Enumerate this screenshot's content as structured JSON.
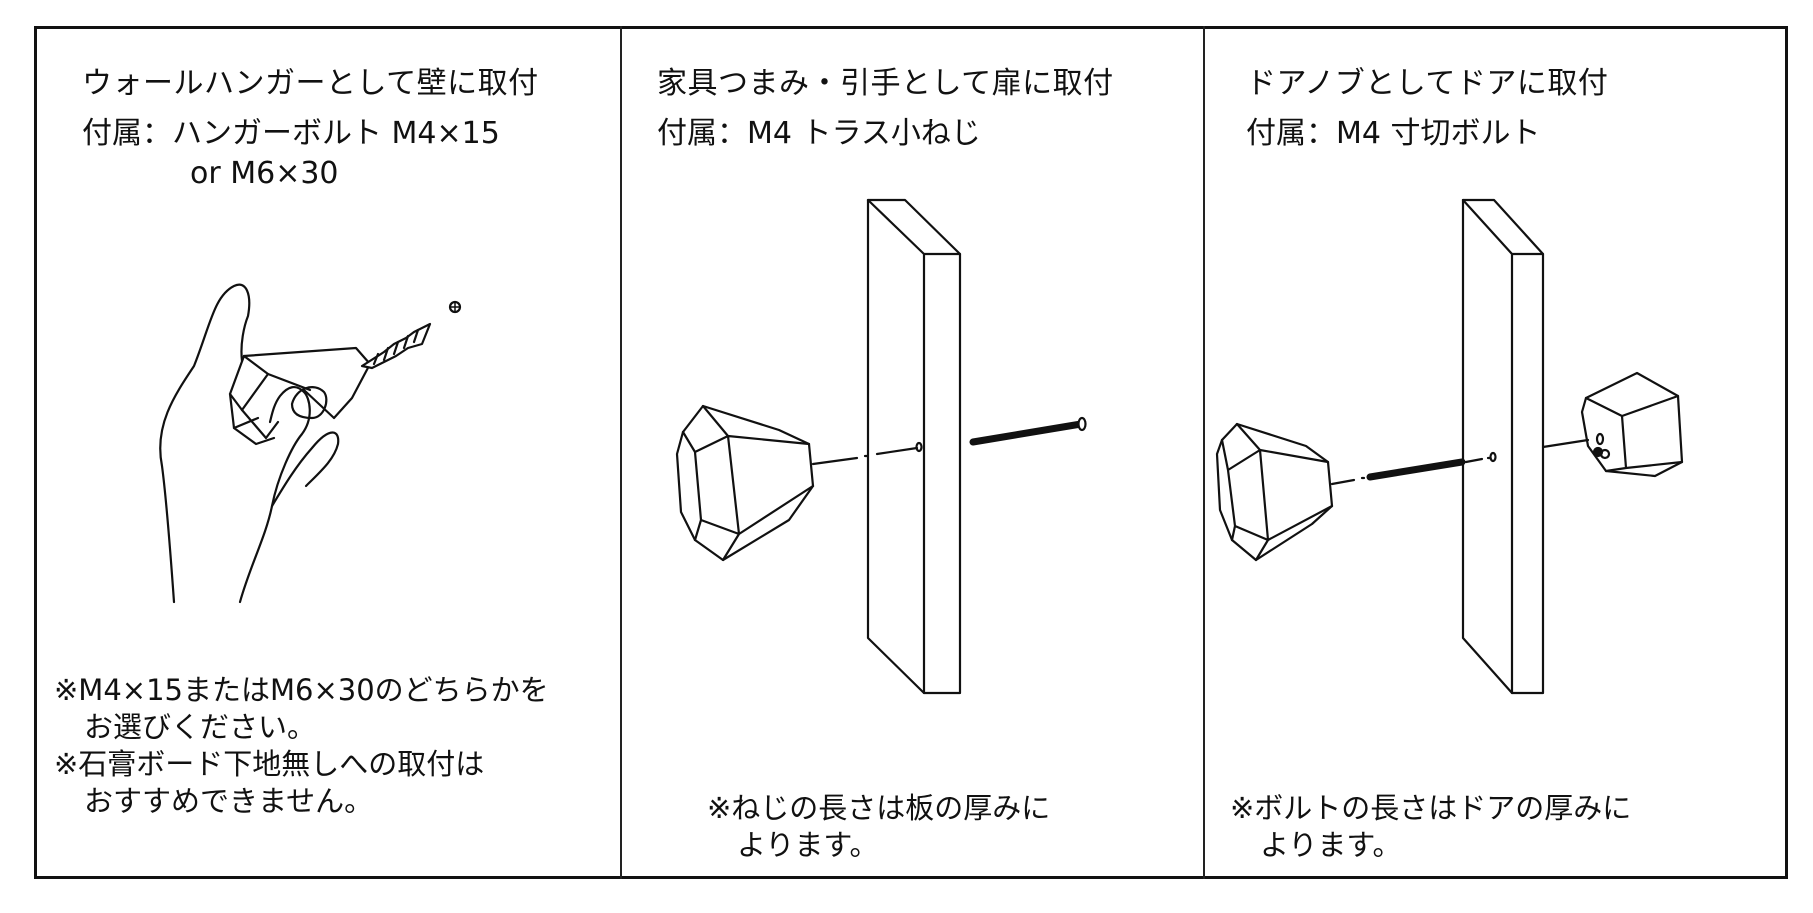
{
  "panels": [
    {
      "title": "ウォールハンガーとして壁に取付",
      "accessory_line1": "付属：ハンガーボルト M4×15",
      "accessory_line2": "or M6×30",
      "notes": [
        {
          "line1": "※M4×15またはM6×30のどちらかを",
          "line2": "お選びください。"
        },
        {
          "line1": "※石膏ボード下地無しへの取付は",
          "line2": "おすすめできません。"
        }
      ],
      "illustration": "hand-holding-knob-with-hanger-bolt"
    },
    {
      "title": "家具つまみ・引手として扉に取付",
      "accessory_line1": "付属：M4 トラス小ねじ",
      "notes": [
        {
          "line1": "※ねじの長さは板の厚みに",
          "line2": "よります。"
        }
      ],
      "illustration": "knob-board-truss-screw-exploded"
    },
    {
      "title": "ドアノブとしてドアに取付",
      "accessory_line1": "付属：M4 寸切ボルト",
      "notes": [
        {
          "line1": "※ボルトの長さはドアの厚みに",
          "line2": "よります。"
        }
      ],
      "illustration": "two-knobs-door-stud-bolt-exploded"
    }
  ],
  "colors": {
    "line": "#111111",
    "background": "#ffffff"
  }
}
